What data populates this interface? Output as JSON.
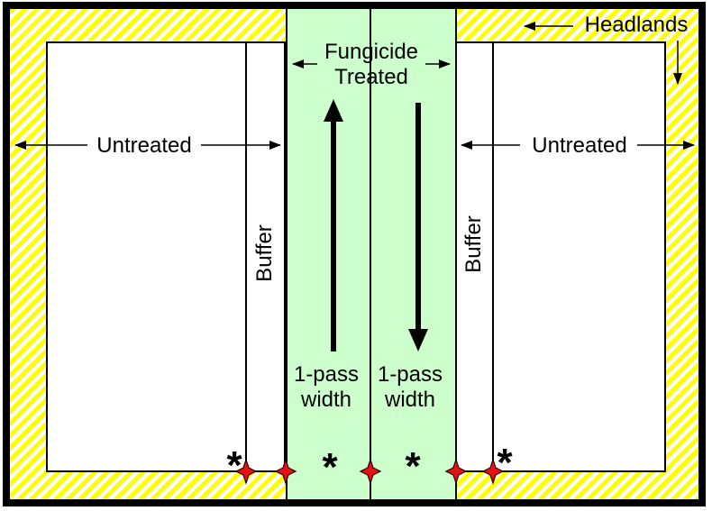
{
  "diagram": {
    "type": "field-trial-plot-layout",
    "labels": {
      "headlands": "Headlands",
      "fungicide_treated": {
        "line1": "Fungicide",
        "line2": "Treated"
      },
      "untreated_left": "Untreated",
      "untreated_right": "Untreated",
      "buffer_left": "Buffer",
      "buffer_right": "Buffer",
      "pass_left": {
        "line1": "1-pass",
        "line2": "width"
      },
      "pass_right": {
        "line1": "1-pass",
        "line2": "width"
      },
      "asterisk": "*"
    },
    "icons": {
      "pass_direction_left": "up-arrow",
      "pass_direction_right": "down-arrow",
      "boundary_marker": "red-four-point-star",
      "sample_marker": "asterisk"
    },
    "colors": {
      "headland_hatch_yellow": "#ffff00",
      "treated_green": "#ccffcc",
      "marker_red": "#e81111",
      "line_black": "#000000",
      "background_white": "#ffffff"
    },
    "marker_counts": {
      "red_stars": 5,
      "asterisks": 4
    }
  }
}
